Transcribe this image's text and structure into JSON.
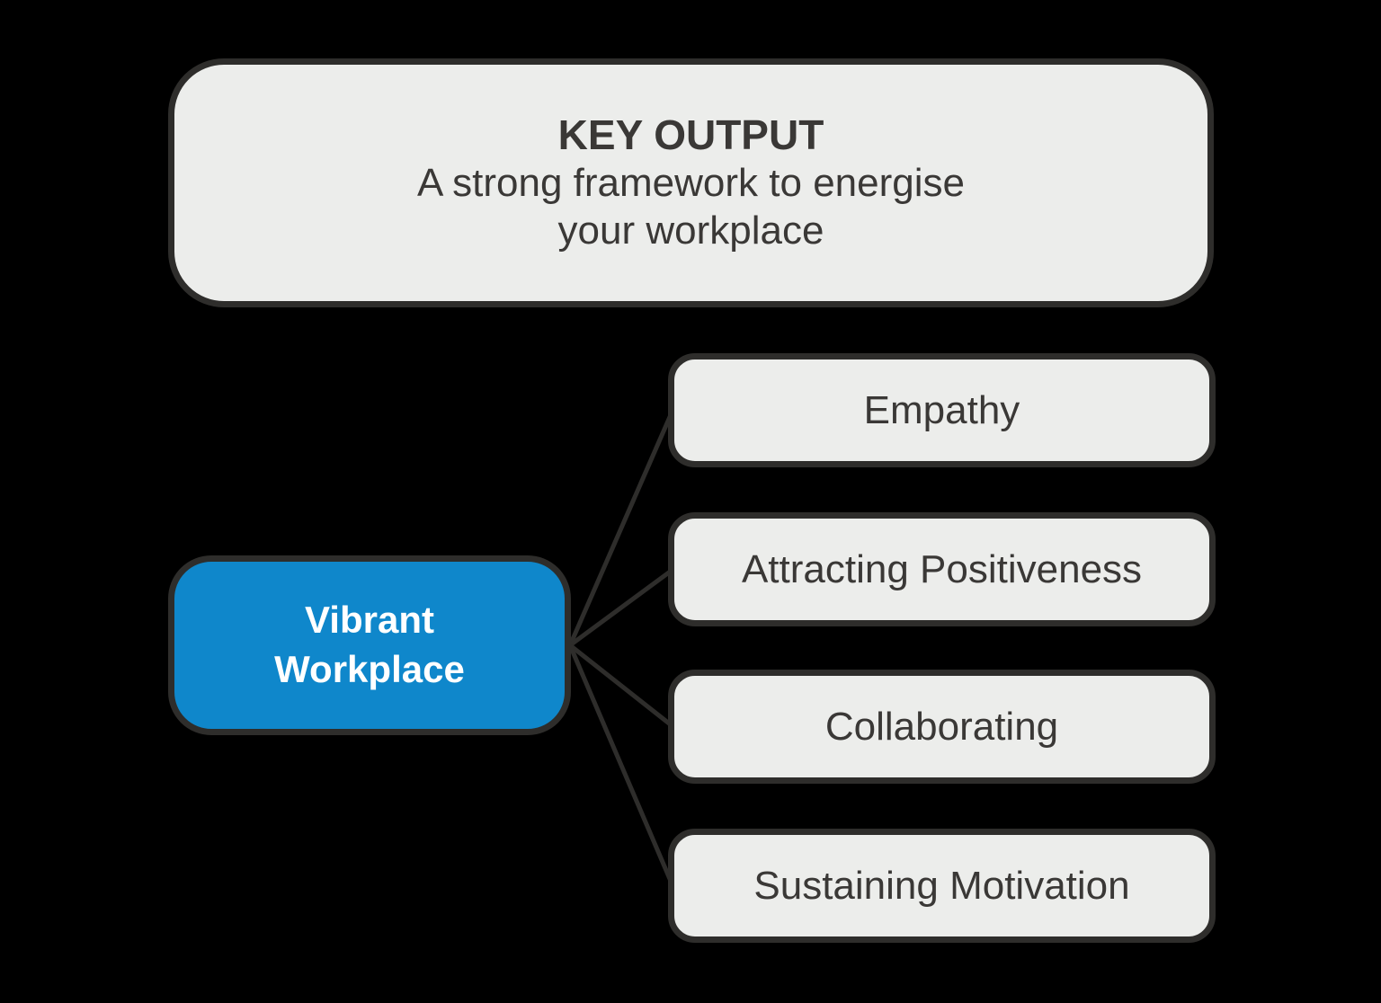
{
  "diagram": {
    "background": "#000000",
    "colors": {
      "node_fill": "#ECEDEB",
      "node_border": "#2E2D2B",
      "connector": "#2E2D2B",
      "accent_fill": "#0F87CB",
      "accent_text": "#FFFFFF",
      "text": "#3A3836"
    },
    "key_output": {
      "title": "KEY OUTPUT",
      "subtitle_line1": "A strong framework to energise",
      "subtitle_line2": "your workplace"
    },
    "center_node": {
      "line1": "Vibrant",
      "line2": "Workplace"
    },
    "branches": [
      {
        "label": "Empathy"
      },
      {
        "label": "Attracting Positiveness"
      },
      {
        "label": "Collaborating"
      },
      {
        "label": "Sustaining Motivation"
      }
    ]
  }
}
